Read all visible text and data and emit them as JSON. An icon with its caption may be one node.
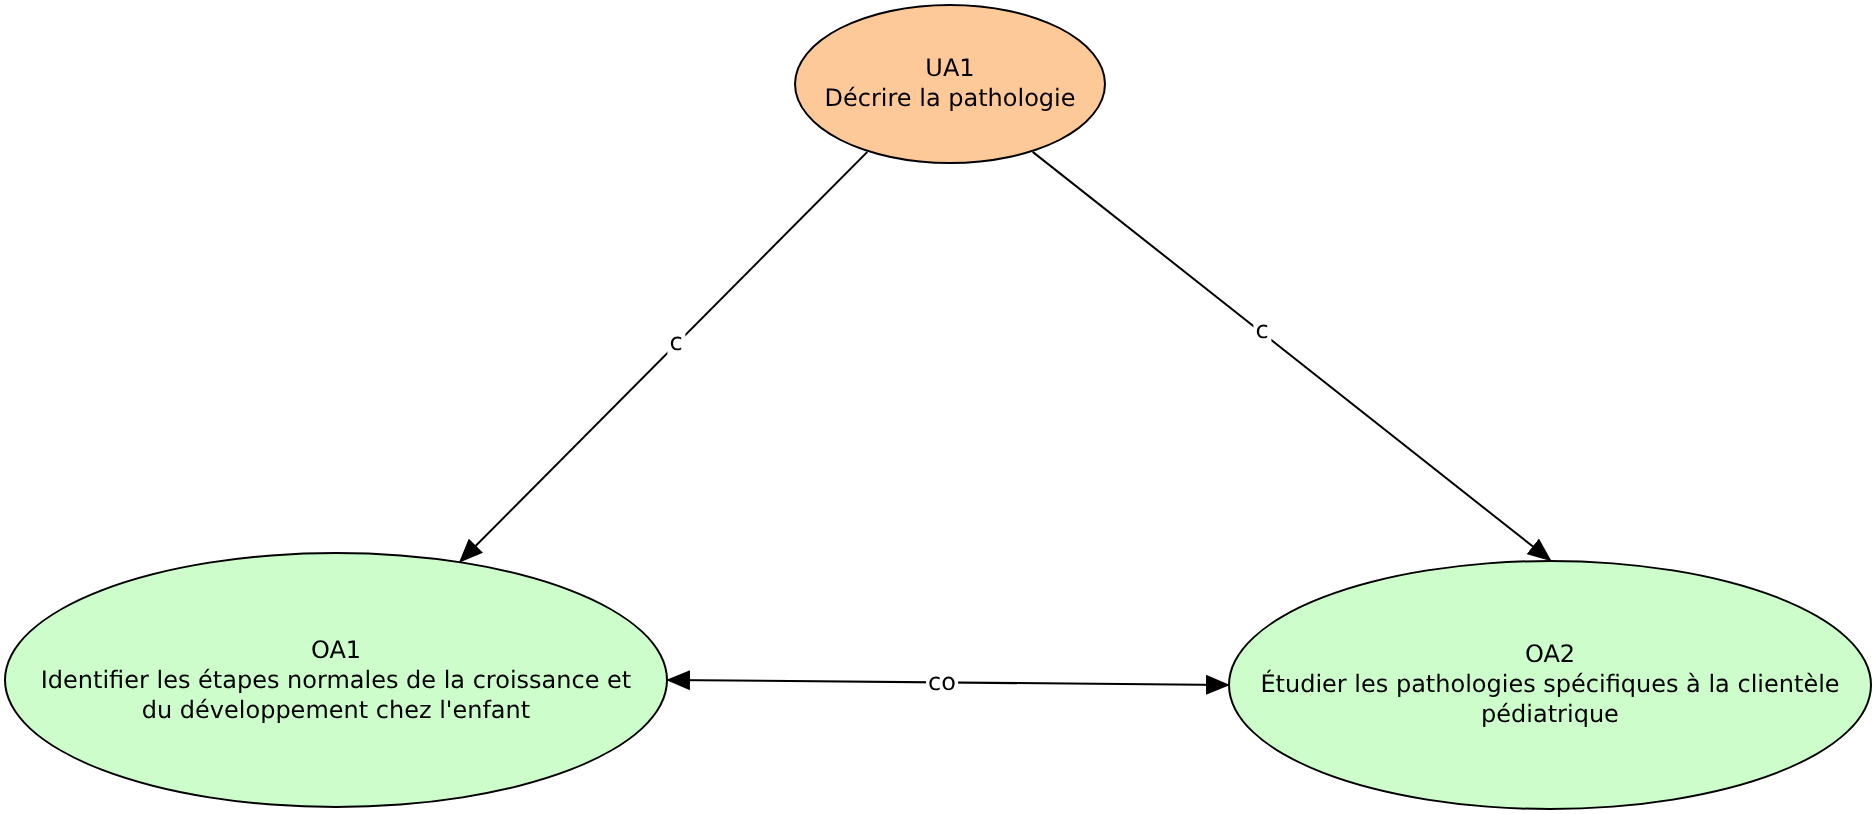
{
  "diagram": {
    "nodes": [
      {
        "text": [
          "UA1",
          "Décrire la pathologie"
        ]
      },
      {
        "text": [
          "OA1",
          "Identifier les étapes normales de la croissance et du développement chez l'enfant"
        ]
      },
      {
        "text": [
          "OA2",
          "Étudier les pathologies spécifiques à la clientèle pédiatrique"
        ]
      }
    ],
    "edges": [
      {
        "from": 0,
        "to": 1,
        "arrow": "to",
        "label": "c"
      },
      {
        "from": 0,
        "to": 2,
        "arrow": "to",
        "label": "c"
      },
      {
        "from": 1,
        "to": 2,
        "arrow": "both",
        "label": "co"
      }
    ]
  }
}
